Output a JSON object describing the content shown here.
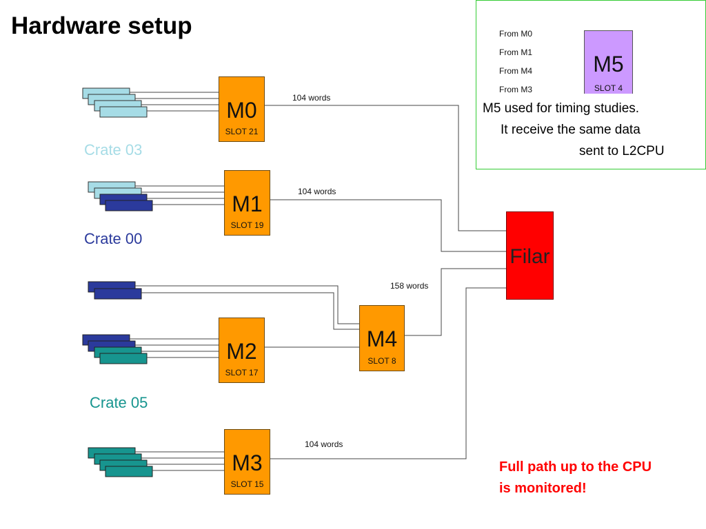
{
  "title": "Hardware setup",
  "crates": [
    {
      "label": "Crate 03",
      "color": "#a6dce6"
    },
    {
      "label": "Crate 00",
      "color": "#2b3a9c"
    },
    {
      "label": "Crate 05",
      "color": "#17958f"
    }
  ],
  "modules": [
    {
      "name": "M0",
      "slot": "SLOT 21"
    },
    {
      "name": "M1",
      "slot": "SLOT 19"
    },
    {
      "name": "M2",
      "slot": "SLOT 17"
    },
    {
      "name": "M3",
      "slot": "SLOT 15"
    },
    {
      "name": "M4",
      "slot": "SLOT 8"
    }
  ],
  "links": [
    {
      "words": "104 words"
    },
    {
      "words": "104 words"
    },
    {
      "words": "158 words"
    },
    {
      "words": "104 words"
    }
  ],
  "filar": {
    "label": "Filar",
    "color": "#ff0000"
  },
  "inset": {
    "from_labels": [
      "From M0",
      "From M1",
      "From M4",
      "From M3"
    ],
    "module": {
      "name": "M5",
      "slot": "SLOT 4",
      "color": "#cc99ff"
    },
    "note_lines": [
      "M5 used for timing studies.",
      "It receive the same data",
      "sent to L2CPU"
    ]
  },
  "callout": {
    "lines": [
      "Full path up to the CPU",
      "is monitored!"
    ],
    "color": "#ff0000"
  },
  "colors": {
    "module": "#ff9900",
    "inset_border": "#33cc33"
  }
}
